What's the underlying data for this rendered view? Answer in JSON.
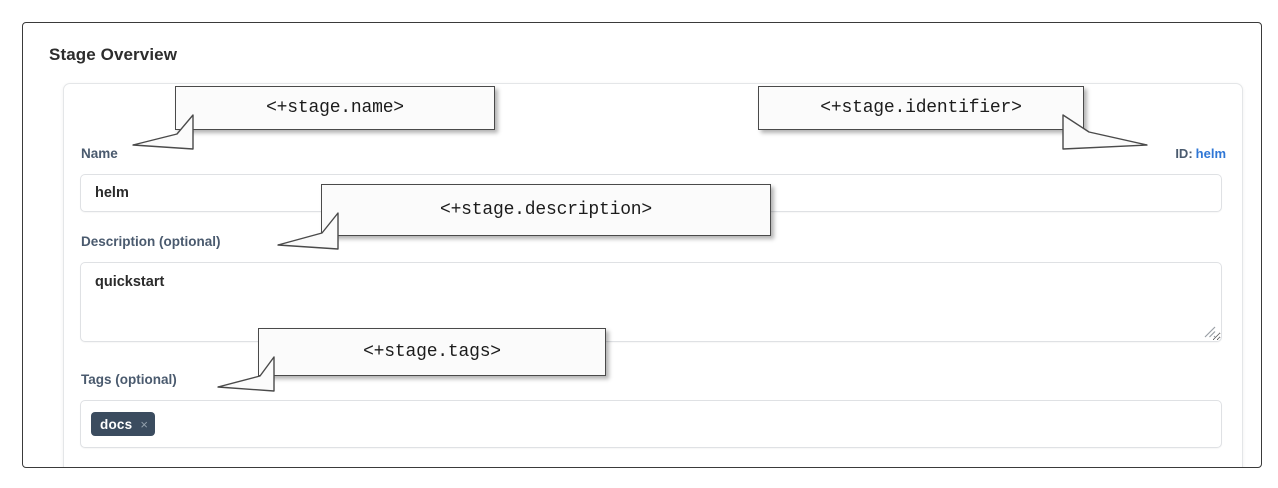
{
  "panel": {
    "title": "Stage Overview"
  },
  "form": {
    "name": {
      "label": "Name",
      "value": "helm",
      "placeholder": ""
    },
    "description": {
      "label": "Description (optional)",
      "value": "quickstart",
      "placeholder": ""
    },
    "tags": {
      "label": "Tags (optional)",
      "chips": [
        {
          "label": "docs",
          "remove_icon": "close-icon",
          "remove_glyph": "×"
        }
      ],
      "placeholder": ""
    }
  },
  "identifier": {
    "prefix": "ID:",
    "value": "helm"
  },
  "callouts": [
    {
      "name": "stage-name-callout",
      "text": "<+stage.name>"
    },
    {
      "name": "stage-identifier-callout",
      "text": "<+stage.identifier>"
    },
    {
      "name": "stage-description-callout",
      "text": "<+stage.description>"
    },
    {
      "name": "stage-tags-callout",
      "text": "<+stage.tags>"
    }
  ],
  "colors": {
    "label": "#4a5a6e",
    "id_link": "#2f77d6",
    "chip_background": "#3b4c5f",
    "chip_text": "#ffffff",
    "frame_border": "#3a3a3a",
    "input_border": "#dfe1e4",
    "callout_border": "#4a4a4a"
  },
  "icons": {
    "resize_grip": "resize-grip-icon"
  }
}
